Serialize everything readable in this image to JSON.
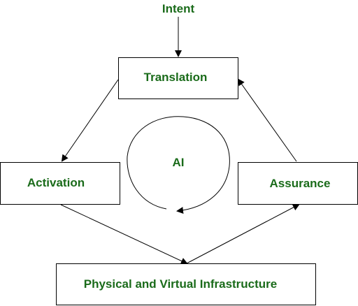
{
  "diagram": {
    "intent_label": "Intent",
    "center_label": "AI",
    "nodes": {
      "translation": "Translation",
      "activation": "Activation",
      "assurance": "Assurance",
      "infrastructure": "Physical and Virtual Infrastructure"
    },
    "colors": {
      "label_text": "#1a6b1a",
      "box_border": "#000000",
      "arrow": "#000000",
      "background": "#ffffff"
    }
  }
}
